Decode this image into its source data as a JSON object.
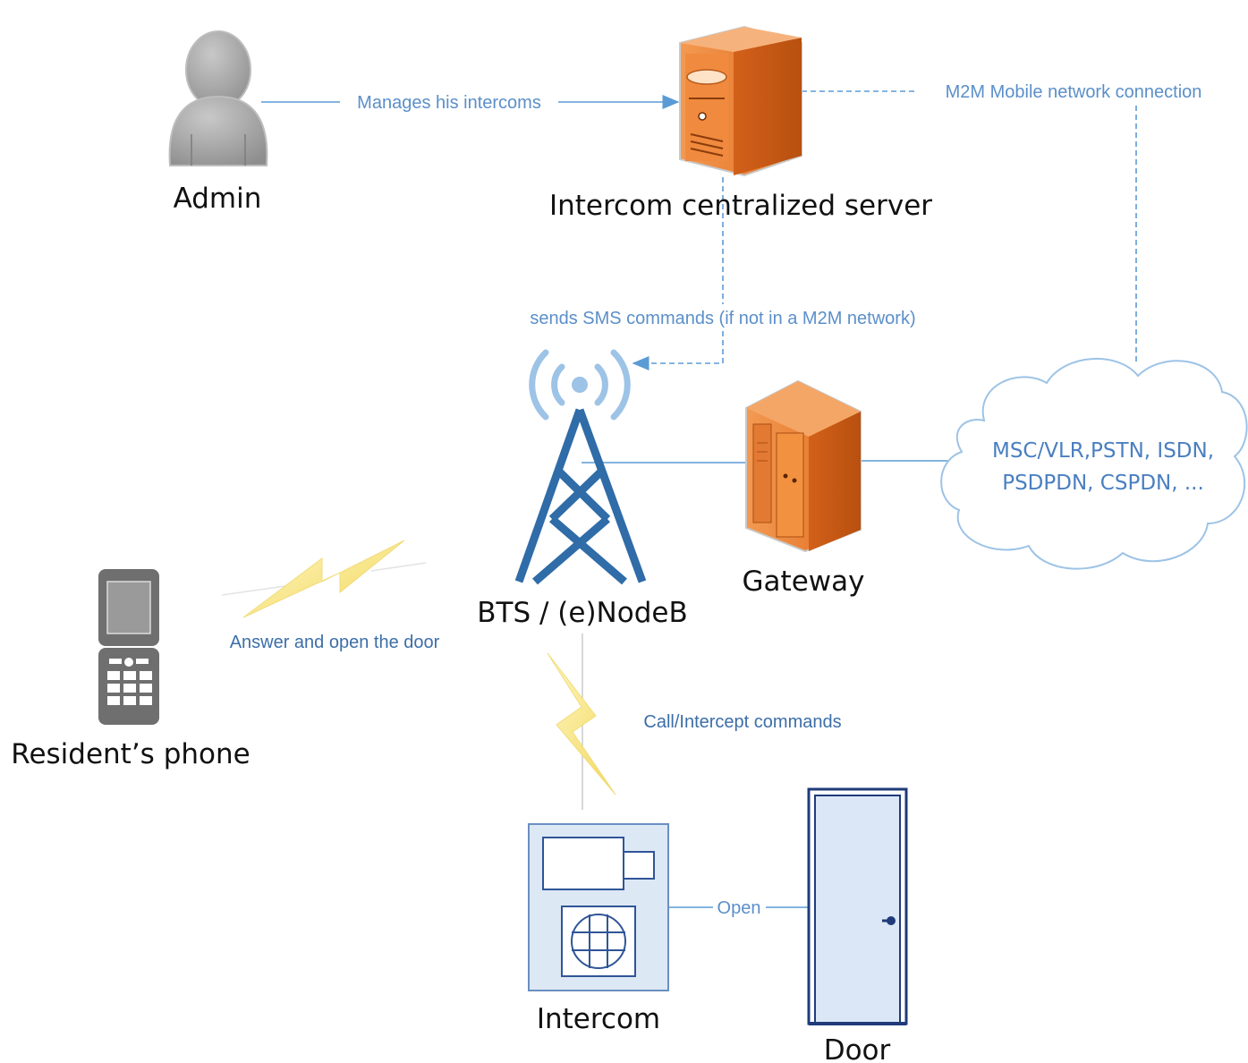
{
  "nodes": {
    "admin": "Admin",
    "server": "Intercom centralized server",
    "bts": "BTS / (e)NodeB",
    "gateway": "Gateway",
    "network_line1": "MSC/VLR,PSTN, ISDN,",
    "network_line2": "PSDPDN, CSPDN, ...",
    "phone": "Resident’s phone",
    "intercom": "Intercom",
    "door": "Door"
  },
  "edges": {
    "admin_server": "Manages his intercoms",
    "server_network": "M2M Mobile network connection",
    "server_bts": "sends SMS commands (if not in a M2M network)",
    "bts_phone": "Answer and open the door",
    "bts_intercom": "Call/Intercept commands",
    "intercom_door": "Open"
  },
  "colors": {
    "connector": "#5b9bd5",
    "server_orange": "#e8762d",
    "tower_blue": "#2f6ca8",
    "signal_blue": "#9dc3e6",
    "lightning_yellow": "#f5e27a",
    "intercom_outline": "#2f5597",
    "door_outline": "#1f3b7a",
    "person_gray": "#a6a6a6",
    "phone_gray": "#7f7f7f"
  }
}
